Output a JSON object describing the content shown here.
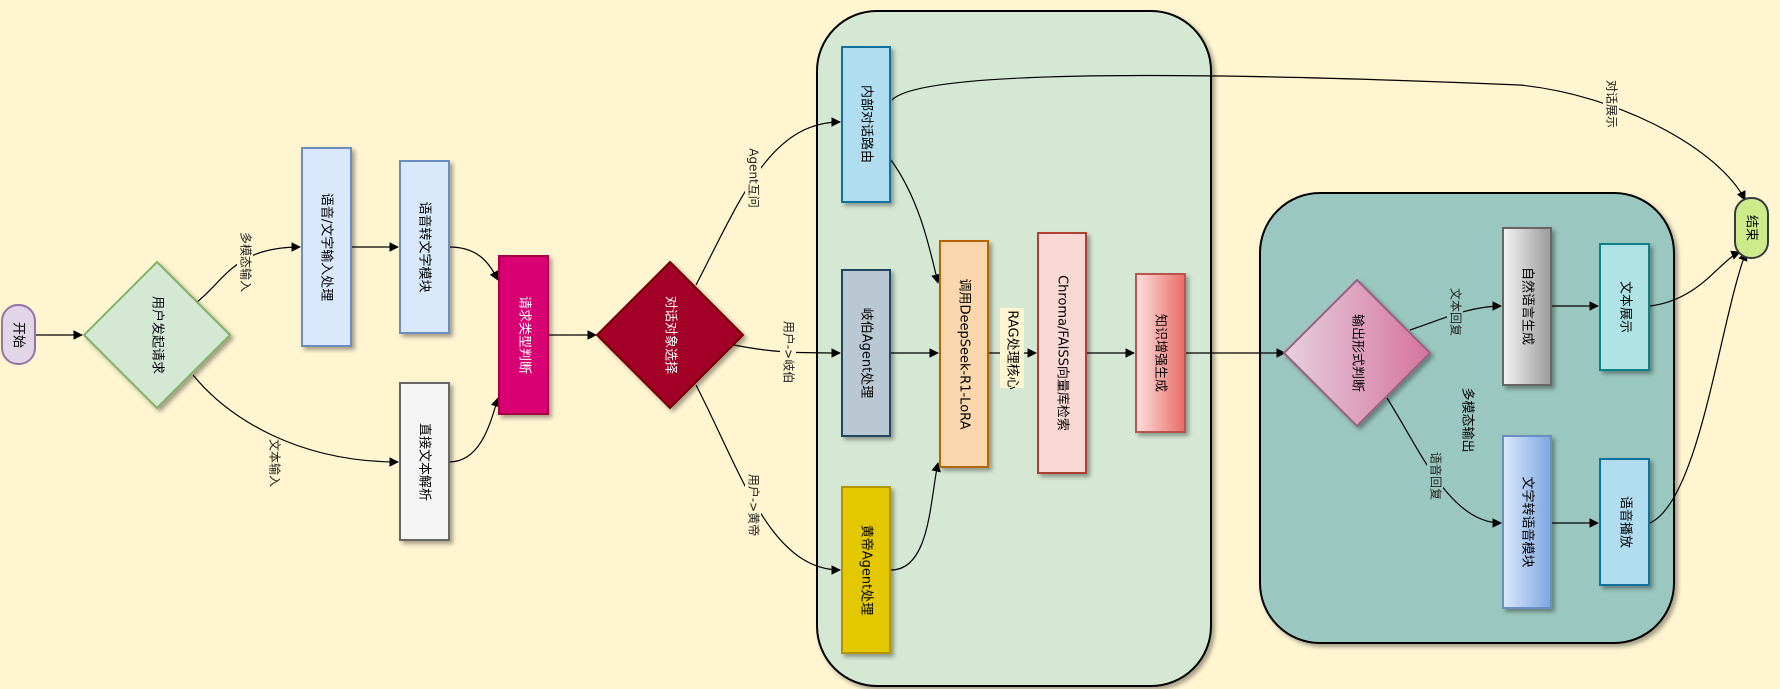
{
  "colors": {
    "background": "#fff5d1",
    "cluster_dialog": "#d5e8d4",
    "cluster_output": "#9dc8c0",
    "start": "#e1d5e7",
    "end": "#cdeb8b",
    "decision_user": "#d5e8d4",
    "voice_input": "#dae8fc",
    "request_type": "#d80073",
    "dialog_target": "#a20025",
    "route": "#b1ddf0",
    "qibo": "#bac8d3",
    "huangdi": "#e3c800",
    "deepseek": "#fad7ac",
    "chroma": "#fad9d5",
    "knowledge": "#f08080",
    "output_form": "#e070a8",
    "nlg": "#9a9a9a",
    "tts": "#7ea6e0",
    "text_display": "#b0e3e6"
  },
  "nodes": {
    "start": "开始",
    "user_request": "用户发起请求",
    "voice_text_input": "语音/文字输入处理",
    "speech_to_text": "语音转文字模块",
    "direct_text": "直接文本解析",
    "request_type": "请求类型判断",
    "dialog_target": "对话对象选择",
    "internal_route": "内部对话路由",
    "qibo_agent": "岐伯Agent处理",
    "huangdi_agent": "黄帝Agent处理",
    "deepseek": "调用DeepSeek-R1-LoRA",
    "rag_core": "RAG处理核心",
    "chroma": "Chroma/FAISS向量库检索",
    "knowledge_gen": "知识增强生成",
    "output_form": "输出形式判断",
    "multimodal_output": "多模态输出",
    "nlg": "自然语言生成",
    "tts": "文字转语音模块",
    "text_display": "文本展示",
    "voice_play": "语音播放",
    "end": "结束"
  },
  "edge_labels": {
    "multimodal_input": "多模态输入",
    "text_input": "文本输入",
    "agent_mutual": "Agent互问",
    "user_qibo": "用户->岐伯",
    "user_huangdi": "用户->黄帝",
    "dialog_display": "对话展示",
    "text_reply": "文本回复",
    "voice_reply": "语音回复"
  }
}
